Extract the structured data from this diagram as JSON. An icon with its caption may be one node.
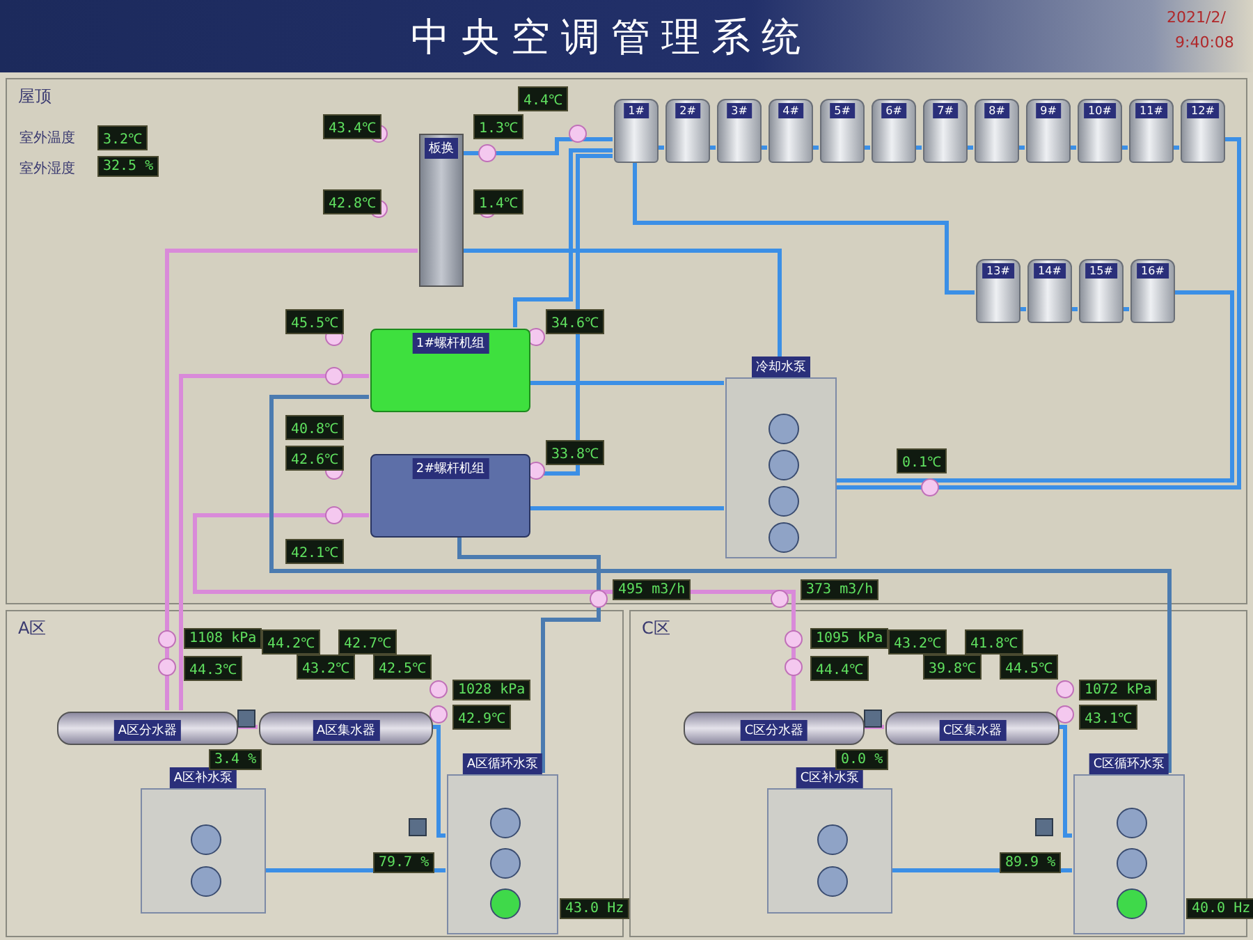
{
  "diagram": {
    "title": "中央空调管理系统",
    "nodes": [
      {
        "text": [
          "屋顶"
        ]
      },
      {
        "text": [
          "板换"
        ],
        "in": 0
      },
      {
        "text": [
          "1#"
        ],
        "in": 0
      },
      {
        "text": [
          "2#"
        ],
        "in": 0
      },
      {
        "text": [
          "3#"
        ],
        "in": 0
      },
      {
        "text": [
          "4#"
        ],
        "in": 0
      },
      {
        "text": [
          "5#"
        ],
        "in": 0
      },
      {
        "text": [
          "6#"
        ],
        "in": 0
      },
      {
        "text": [
          "7#"
        ],
        "in": 0
      },
      {
        "text": [
          "8#"
        ],
        "in": 0
      },
      {
        "text": [
          "9#"
        ],
        "in": 0
      },
      {
        "text": [
          "10#"
        ],
        "in": 0
      },
      {
        "text": [
          "11#"
        ],
        "in": 0
      },
      {
        "text": [
          "12#"
        ],
        "in": 0
      },
      {
        "text": [
          "13#"
        ],
        "in": 0
      },
      {
        "text": [
          "14#"
        ],
        "in": 0
      },
      {
        "text": [
          "15#"
        ],
        "in": 0
      },
      {
        "text": [
          "16#"
        ],
        "in": 0
      },
      {
        "text": [
          "1#螺杆机组"
        ],
        "in": 0
      },
      {
        "text": [
          "2#螺杆机组"
        ],
        "in": 0
      },
      {
        "text": [
          "冷却水泵"
        ],
        "in": 0
      },
      {
        "text": [],
        "shape": "circle",
        "in": 20
      },
      {
        "text": [],
        "shape": "circle",
        "in": 20
      },
      {
        "text": [],
        "shape": "circle",
        "in": 20
      },
      {
        "text": [],
        "shape": "circle",
        "in": 20
      },
      {
        "text": [
          "A区"
        ]
      },
      {
        "text": [
          "A区分水器"
        ],
        "in": 25
      },
      {
        "text": [
          "A区集水器"
        ],
        "in": 25
      },
      {
        "text": [
          "A区补水泵"
        ],
        "in": 25
      },
      {
        "text": [],
        "shape": "circle",
        "in": 28
      },
      {
        "text": [],
        "shape": "circle",
        "in": 28
      },
      {
        "text": [
          "A区循环水泵"
        ],
        "in": 25
      },
      {
        "text": [],
        "shape": "circle",
        "in": 31
      },
      {
        "text": [],
        "shape": "circle",
        "in": 31
      },
      {
        "text": [],
        "shape": "circle",
        "in": 31
      },
      {
        "text": [
          "C区"
        ]
      },
      {
        "text": [
          "C区分水器"
        ],
        "in": 35
      },
      {
        "text": [
          "C区集水器"
        ],
        "in": 35
      },
      {
        "text": [
          "C区补水泵"
        ],
        "in": 35
      },
      {
        "text": [],
        "shape": "circle",
        "in": 38
      },
      {
        "text": [],
        "shape": "circle",
        "in": 38
      },
      {
        "text": [
          "C区循环水泵"
        ],
        "in": 35
      },
      {
        "text": [],
        "shape": "circle",
        "in": 41
      },
      {
        "text": [],
        "shape": "circle",
        "in": 41
      },
      {
        "text": [],
        "shape": "circle",
        "in": 41
      }
    ],
    "edges": [
      {
        "from": 1,
        "to": 2,
        "arrow": "none"
      },
      {
        "from": 2,
        "to": 3,
        "arrow": "none"
      },
      {
        "from": 3,
        "to": 4,
        "arrow": "none"
      },
      {
        "from": 4,
        "to": 5,
        "arrow": "none"
      },
      {
        "from": 5,
        "to": 6,
        "arrow": "none"
      },
      {
        "from": 6,
        "to": 7,
        "arrow": "none"
      },
      {
        "from": 7,
        "to": 8,
        "arrow": "none"
      },
      {
        "from": 8,
        "to": 9,
        "arrow": "none"
      },
      {
        "from": 9,
        "to": 10,
        "arrow": "none"
      },
      {
        "from": 10,
        "to": 11,
        "arrow": "none"
      },
      {
        "from": 11,
        "to": 12,
        "arrow": "none"
      },
      {
        "from": 12,
        "to": 13,
        "arrow": "none"
      },
      {
        "from": 14,
        "to": 15,
        "arrow": "none"
      },
      {
        "from": 15,
        "to": 16,
        "arrow": "none"
      },
      {
        "from": 16,
        "to": 17,
        "arrow": "none"
      },
      {
        "from": 2,
        "to": 14,
        "arrow": "none"
      },
      {
        "from": 13,
        "to": 20,
        "arrow": "none"
      },
      {
        "from": 17,
        "to": 20,
        "arrow": "none"
      },
      {
        "from": 18,
        "to": 20,
        "arrow": "none"
      },
      {
        "from": 19,
        "to": 20,
        "arrow": "none"
      },
      {
        "from": 1,
        "to": 20,
        "arrow": "none"
      },
      {
        "from": 18,
        "to": 2,
        "arrow": "none"
      },
      {
        "from": 19,
        "to": 2,
        "arrow": "none"
      },
      {
        "from": 1,
        "to": 26,
        "arrow": "none",
        "color": "#d98ad9"
      },
      {
        "from": 18,
        "to": 26,
        "arrow": "none",
        "color": "#d98ad9"
      },
      {
        "from": 19,
        "to": 36,
        "arrow": "none",
        "color": "#d98ad9"
      },
      {
        "from": 31,
        "to": 19,
        "arrow": "none",
        "color": "#4b7bb0"
      },
      {
        "from": 41,
        "to": 18,
        "arrow": "none",
        "color": "#4b7bb0"
      },
      {
        "from": 26,
        "to": 27,
        "arrow": "none",
        "color": "#d98ad9"
      },
      {
        "from": 27,
        "to": 31,
        "arrow": "none"
      },
      {
        "from": 28,
        "to": 31,
        "arrow": "none"
      },
      {
        "from": 36,
        "to": 37,
        "arrow": "none",
        "color": "#d98ad9"
      },
      {
        "from": 37,
        "to": 41,
        "arrow": "none"
      },
      {
        "from": 38,
        "to": 41,
        "arrow": "none"
      }
    ],
    "labels": [
      "2021/2/",
      "9:40:08",
      "室外温度",
      "3.2℃",
      "室外湿度",
      "32.5 %",
      "43.4℃",
      "1.3℃",
      "4.4℃",
      "42.8℃",
      "1.4℃",
      "45.5℃",
      "34.6℃",
      "40.8℃",
      "42.6℃",
      "33.8℃",
      "42.1℃",
      "0.1℃",
      "495 m3/h",
      "373 m3/h",
      "1108 kPa",
      "44.3℃",
      "44.2℃",
      "42.7℃",
      "43.2℃",
      "42.5℃",
      "1028 kPa",
      "42.9℃",
      "3.4 %",
      "79.7 %",
      "43.0 Hz",
      "1095 kPa",
      "44.4℃",
      "43.2℃",
      "41.8℃",
      "39.8℃",
      "44.5℃",
      "1072 kPa",
      "43.1℃",
      "0.0 %",
      "89.9 %",
      "40.0 Hz"
    ]
  }
}
